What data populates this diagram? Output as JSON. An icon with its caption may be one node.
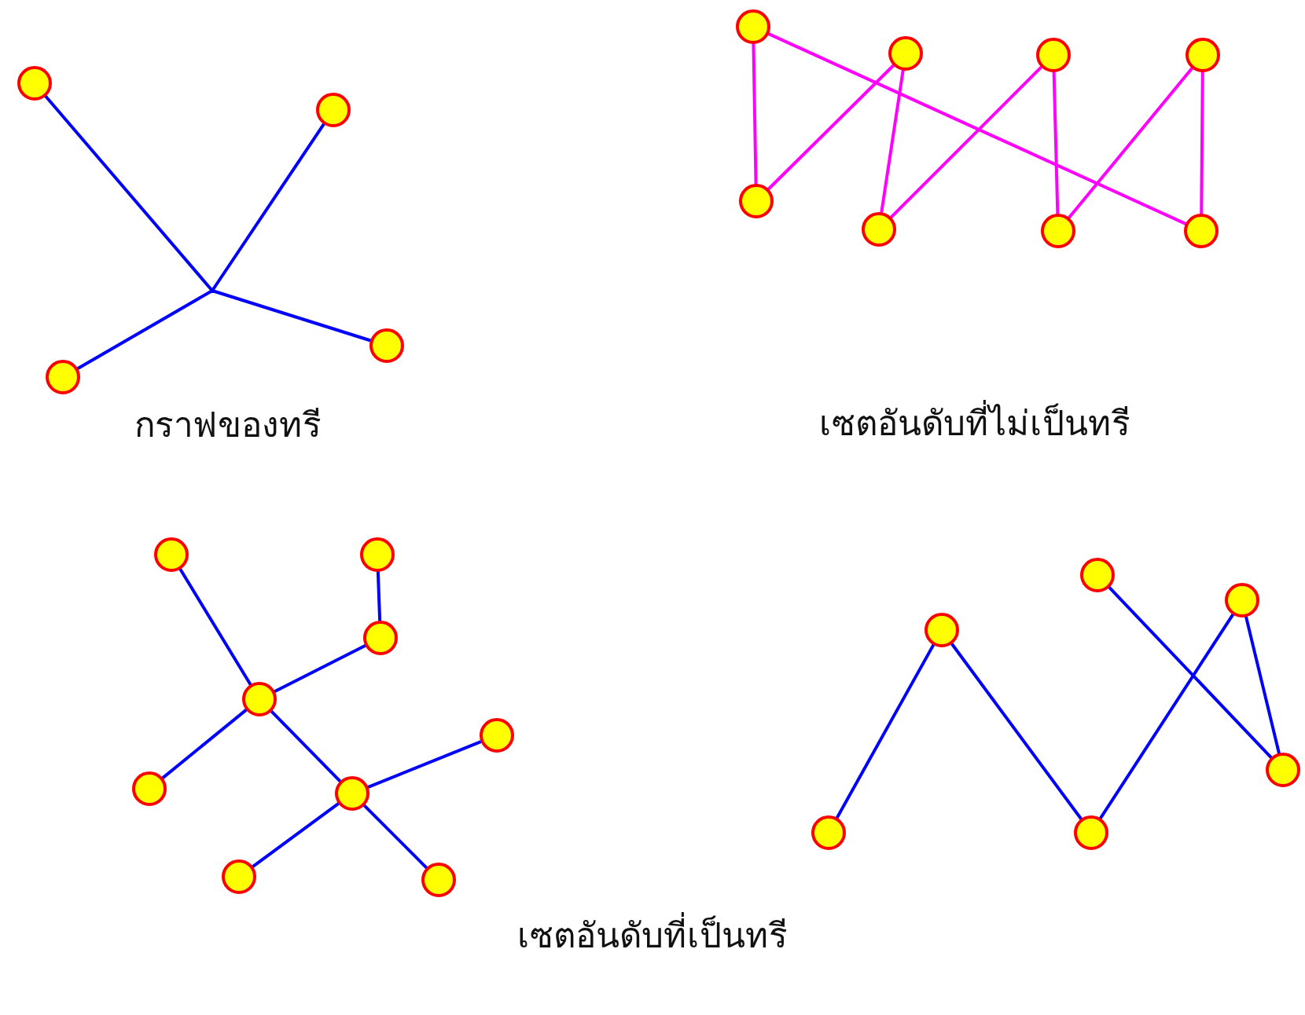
{
  "diagram": {
    "nodes": [
      {
        "text": [],
        "shape": "circle"
      },
      {
        "text": [],
        "shape": "circle"
      },
      {
        "text": [],
        "shape": "point"
      },
      {
        "text": [],
        "shape": "circle"
      },
      {
        "text": [],
        "shape": "circle"
      },
      {
        "text": [],
        "shape": "circle"
      },
      {
        "text": [],
        "shape": "circle"
      },
      {
        "text": [],
        "shape": "circle"
      },
      {
        "text": [],
        "shape": "circle"
      },
      {
        "text": [],
        "shape": "circle"
      },
      {
        "text": [],
        "shape": "circle"
      },
      {
        "text": [],
        "shape": "circle"
      },
      {
        "text": [],
        "shape": "circle"
      },
      {
        "text": [],
        "shape": "circle"
      },
      {
        "text": [],
        "shape": "circle"
      },
      {
        "text": [],
        "shape": "circle"
      },
      {
        "text": [],
        "shape": "circle"
      },
      {
        "text": [],
        "shape": "circle"
      },
      {
        "text": [],
        "shape": "circle"
      },
      {
        "text": [],
        "shape": "circle"
      },
      {
        "text": [],
        "shape": "circle"
      },
      {
        "text": [],
        "shape": "circle"
      },
      {
        "text": [],
        "shape": "circle"
      },
      {
        "text": [],
        "shape": "circle"
      },
      {
        "text": [],
        "shape": "circle"
      },
      {
        "text": [],
        "shape": "circle"
      },
      {
        "text": [],
        "shape": "circle"
      },
      {
        "text": [],
        "shape": "circle"
      }
    ],
    "edges": [
      {
        "from": 0,
        "to": 2,
        "arrow": "none"
      },
      {
        "from": 1,
        "to": 2,
        "arrow": "none"
      },
      {
        "from": 2,
        "to": 3,
        "arrow": "none"
      },
      {
        "from": 2,
        "to": 4,
        "arrow": "none"
      },
      {
        "from": 5,
        "to": 9,
        "arrow": "none",
        "color": "#ff00ff"
      },
      {
        "from": 5,
        "to": 12,
        "arrow": "none",
        "color": "#ff00ff"
      },
      {
        "from": 6,
        "to": 9,
        "arrow": "none",
        "color": "#ff00ff"
      },
      {
        "from": 6,
        "to": 10,
        "arrow": "none",
        "color": "#ff00ff"
      },
      {
        "from": 7,
        "to": 10,
        "arrow": "none",
        "color": "#ff00ff"
      },
      {
        "from": 7,
        "to": 11,
        "arrow": "none",
        "color": "#ff00ff"
      },
      {
        "from": 8,
        "to": 11,
        "arrow": "none",
        "color": "#ff00ff"
      },
      {
        "from": 8,
        "to": 12,
        "arrow": "none",
        "color": "#ff00ff"
      },
      {
        "from": 13,
        "to": 16,
        "arrow": "none"
      },
      {
        "from": 14,
        "to": 15,
        "arrow": "none"
      },
      {
        "from": 15,
        "to": 16,
        "arrow": "none"
      },
      {
        "from": 16,
        "to": 18,
        "arrow": "none"
      },
      {
        "from": 16,
        "to": 19,
        "arrow": "none"
      },
      {
        "from": 19,
        "to": 17,
        "arrow": "none"
      },
      {
        "from": 19,
        "to": 20,
        "arrow": "none"
      },
      {
        "from": 19,
        "to": 21,
        "arrow": "none"
      },
      {
        "from": 26,
        "to": 24,
        "arrow": "none"
      },
      {
        "from": 24,
        "to": 27,
        "arrow": "none"
      },
      {
        "from": 27,
        "to": 23,
        "arrow": "none"
      },
      {
        "from": 23,
        "to": 25,
        "arrow": "none"
      },
      {
        "from": 22,
        "to": 25,
        "arrow": "none"
      }
    ],
    "labels": [
      "กราฟของทรี",
      "เซตอันดับที่ไม่เป็นทรี",
      "เซตอันดับที่เป็นทรี"
    ]
  }
}
